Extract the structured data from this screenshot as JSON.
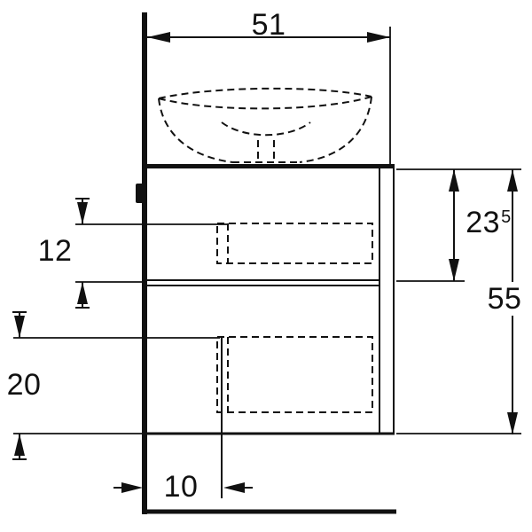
{
  "colors": {
    "line": "#111111",
    "background": "#ffffff"
  },
  "dimensions": {
    "width": {
      "label": "51"
    },
    "upper_height": {
      "label": "23",
      "sup": "5"
    },
    "total_height": {
      "label": "55"
    },
    "upper_drawer_height": {
      "label": "12"
    },
    "lower_drawer_height": {
      "label": "20"
    },
    "bottom_offset": {
      "label": "10"
    }
  }
}
